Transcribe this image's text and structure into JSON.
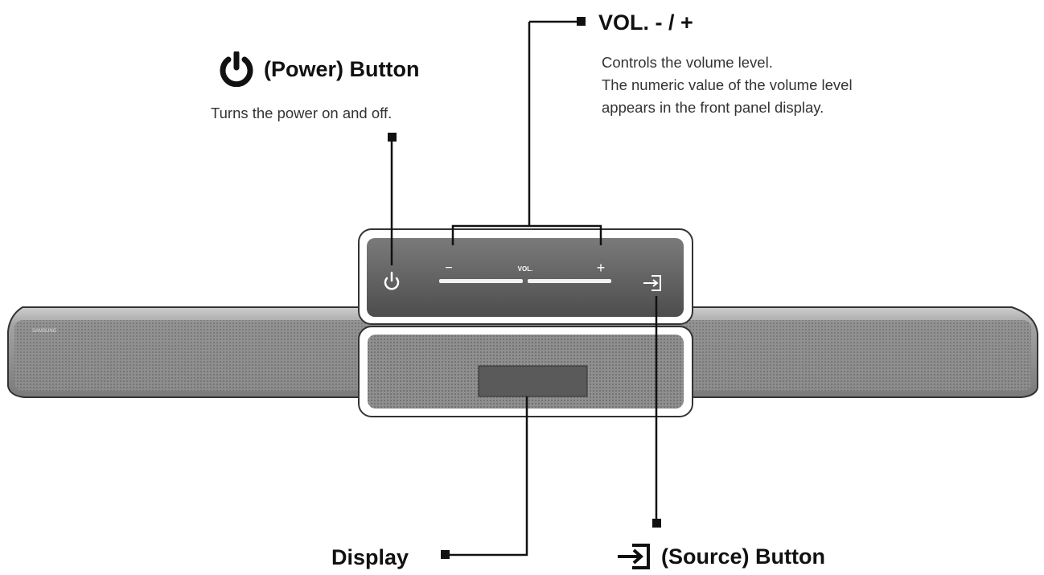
{
  "power": {
    "title": "(Power) Button",
    "description": "Turns the power on and off.",
    "icon": "power-icon"
  },
  "volume": {
    "title": "VOL. - / +",
    "description_lines": [
      "Controls the volume level.",
      "The numeric value of the volume level",
      "appears in the front panel display."
    ]
  },
  "display": {
    "title": "Display"
  },
  "source": {
    "title": "(Source) Button",
    "icon": "source-icon"
  },
  "panel": {
    "vol_label": "VOL.",
    "minus": "−",
    "plus": "+",
    "brand": "SAMSUNG"
  },
  "colors": {
    "bar": "#9a9a9a",
    "bar_dark": "#6b6b6b",
    "panel": "#5e5e5e",
    "line": "#111111"
  }
}
